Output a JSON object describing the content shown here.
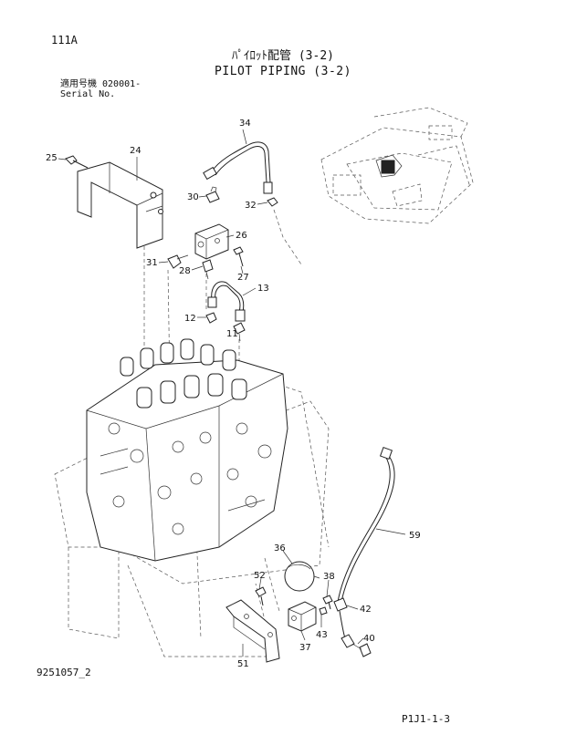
{
  "header": {
    "page_code": "111A",
    "title_jp": "ﾊﾟｲﾛｯﾄ配管 (3-2)",
    "title_en": "PILOT PIPING (3-2)",
    "serial_label_jp": "適用号機  020001-",
    "serial_label_en": "Serial No."
  },
  "callouts": {
    "c11": "11",
    "c12": "12",
    "c13": "13",
    "c24": "24",
    "c25": "25",
    "c26": "26",
    "c27": "27",
    "c28": "28",
    "c30": "30",
    "c31": "31",
    "c32": "32",
    "c34": "34",
    "c36": "36",
    "c37": "37",
    "c38": "38",
    "c40": "40",
    "c42": "42",
    "c43": "43",
    "c51": "51",
    "c52": "52",
    "c59": "59"
  },
  "footer": {
    "drawing_number": "9251057_2",
    "page_ref": "P1J1-1-3"
  }
}
